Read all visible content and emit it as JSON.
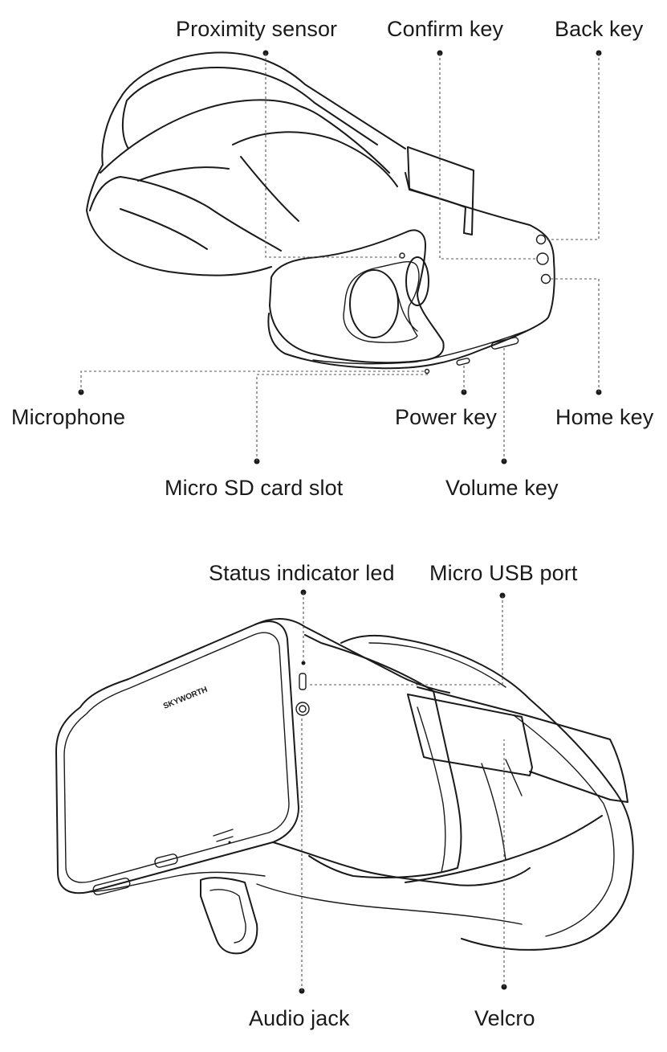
{
  "top_view": {
    "labels": {
      "proximity_sensor": "Proximity sensor",
      "confirm_key": "Confirm key",
      "back_key": "Back key",
      "microphone": "Microphone",
      "power_key": "Power key",
      "home_key": "Home key",
      "micro_sd_card_slot": "Micro SD card slot",
      "volume_key": "Volume key"
    }
  },
  "bottom_view": {
    "labels": {
      "status_indicator_led": "Status indicator led",
      "micro_usb_port": "Micro USB port",
      "audio_jack": "Audio jack",
      "velcro": "Velcro"
    },
    "brand_logo": "SKYWORTH"
  },
  "colors": {
    "ink": "#1a1a1a",
    "leader": "#555555",
    "background": "#ffffff"
  }
}
